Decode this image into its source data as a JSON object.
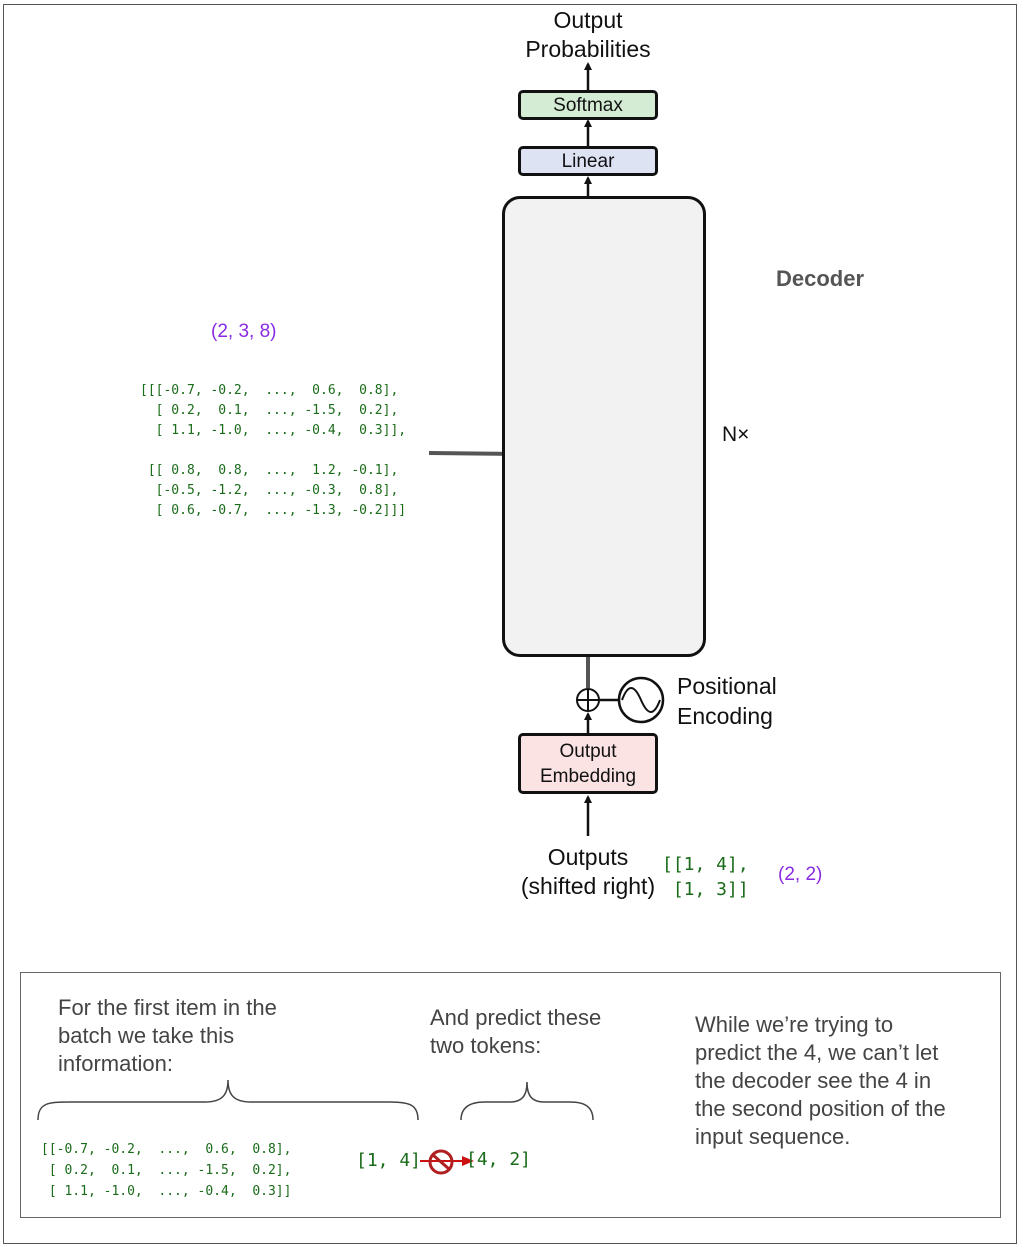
{
  "colors": {
    "softmax_fill": "#d5ecd4",
    "linear_fill": "#dde3f3",
    "embedding_fill": "#fbe2e3",
    "decoder_fill": "#f2f2f2",
    "shape_text": "#8a2be2",
    "tensor_text": "#1a6b1a",
    "arrow_dark": "#555555",
    "blocked_red": "#cc1111"
  },
  "diagram": {
    "output_label": "Output\nProbabilities",
    "softmax_label": "Softmax",
    "linear_label": "Linear",
    "decoder_title": "Decoder",
    "nx_label": "N×",
    "positional_label": "Positional\nEncoding",
    "embedding_label": "Output\nEmbedding",
    "outputs_label": "Outputs\n(shifted right)",
    "outputs_tensor": "[[1, 4],\n [1, 3]]",
    "outputs_shape": "(2, 2)",
    "encoder_shape": "(2, 3, 8)",
    "encoder_tensor": "[[[-0.7, -0.2,  ...,  0.6,  0.8],\n  [ 0.2,  0.1,  ..., -1.5,  0.2],\n  [ 1.1, -1.0,  ..., -0.4,  0.3]],\n\n [[ 0.8,  0.8,  ...,  1.2, -0.1],\n  [-0.5, -1.2,  ..., -0.3,  0.8],\n  [ 0.6, -0.7,  ..., -1.3, -0.2]]]"
  },
  "note": {
    "first_item_text": "For the first item in the\nbatch we take this\ninformation:",
    "predict_text": "And predict these\ntwo tokens:",
    "explanation_text": "While we’re trying to\npredict the 4, we can’t let\nthe decoder see the 4 in\nthe second position of the\ninput sequence.",
    "item_tensor": "[[-0.7, -0.2,  ...,  0.6,  0.8],\n [ 0.2,  0.1,  ..., -1.5,  0.2],\n [ 1.1, -1.0,  ..., -0.4,  0.3]]",
    "input_tokens": "[1, 4]",
    "predicted_tokens": "[4, 2]"
  }
}
